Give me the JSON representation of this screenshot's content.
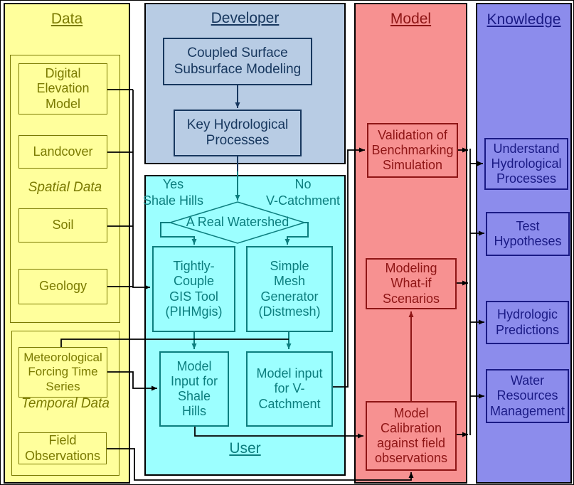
{
  "colors": {
    "data_fill": "#ffff9c",
    "data_accent": "#7a7a00",
    "developer_fill": "#b8cce4",
    "developer_accent": "#17375e",
    "user_fill": "#9cffff",
    "user_accent": "#0c7e7e",
    "model_fill": "#f79191",
    "model_accent": "#8e1515",
    "knowledge_fill": "#8c8cec",
    "knowledge_accent": "#1a1a85",
    "connector": "#000000"
  },
  "panels": {
    "data": {
      "title": "Data",
      "spatial_group_label": "Spatial Data",
      "temporal_group_label": "Temporal Data",
      "boxes": {
        "dem": "Digital\nElevation\nModel",
        "landcover": "Landcover",
        "soil": "Soil",
        "geology": "Geology",
        "met": "Meteorological\nForcing Time\nSeries",
        "field_obs": "Field\nObservations"
      }
    },
    "developer": {
      "title": "Developer",
      "boxes": {
        "coupled": "Coupled Surface\nSubsurface Modeling",
        "key_processes": "Key Hydrological\nProcesses"
      }
    },
    "user": {
      "title": "User",
      "decision": "A Real Watershed",
      "yes_label": "Yes\nShale Hills",
      "no_label": "No\nV-Catchment",
      "boxes": {
        "gis_tool": "Tightly-\nCouple\nGIS Tool\n(PIHMgis)",
        "mesh_gen": "Simple\nMesh\nGenerator\n(Distmesh)",
        "input_shale": "Model\nInput for\nShale\nHills",
        "input_vcatch": "Model input\nfor V-\nCatchment"
      }
    },
    "model": {
      "title": "Model",
      "boxes": {
        "validation": "Validation of\nBenchmarking\nSimulation",
        "whatif": "Modeling\nWhat-if\nScenarios",
        "calibration": "Model\nCalibration\nagainst field\nobservations"
      }
    },
    "knowledge": {
      "title": "Knowledge",
      "boxes": {
        "understand": "Understand\nHydrological\nProcesses",
        "test": "Test\nHypotheses",
        "predictions": "Hydrologic\nPredictions",
        "water": "Water\nResources\nManagement"
      }
    }
  }
}
